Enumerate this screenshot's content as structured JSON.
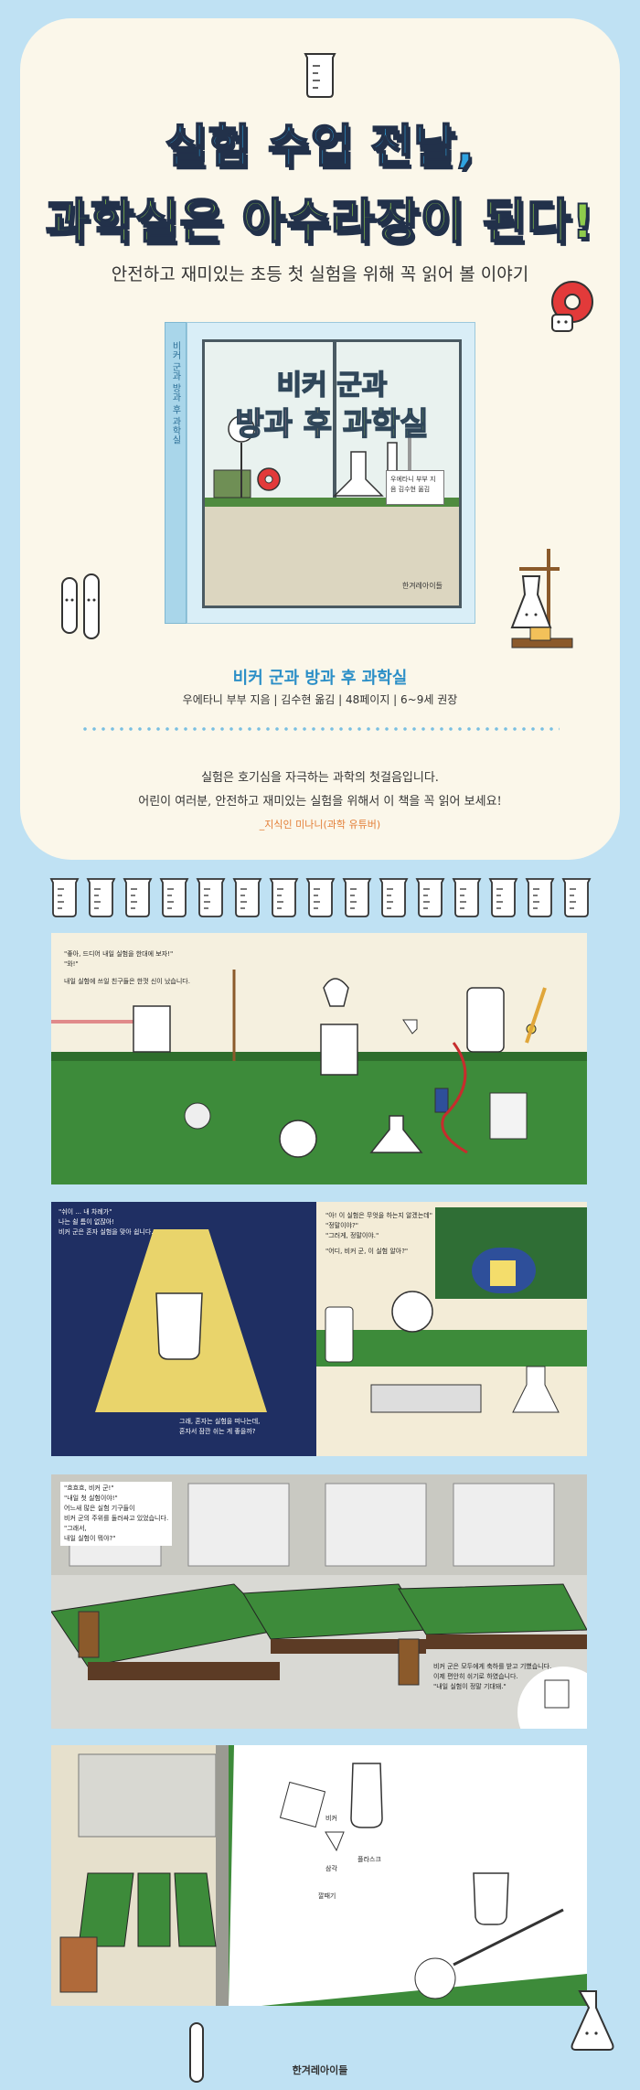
{
  "headline": {
    "line1": "실험 수업 전날,",
    "line2": "과학실은 아수라장이 된다!"
  },
  "subtitle": "안전하고 재미있는 초등 첫 실험을 위해 꼭 읽어 볼 이야기",
  "book": {
    "cover_title_line1": "비커 군과",
    "cover_title_line2_a": "방과",
    "cover_title_line2_b": "후",
    "cover_title_line2_c": "과학실",
    "spine_text": "비커 군과 방과 후 과학실",
    "cover_note": "우에타니 부부 지음 김수현 옮김",
    "cover_publisher": "한겨레아이들",
    "name": "비커 군과 방과 후 과학실",
    "meta": "우에타니 부부 지음 | 김수현 옮김 | 48페이지 | 6~9세 권장"
  },
  "quote": {
    "line1": "실험은 호기심을 자극하는 과학의 첫걸음입니다.",
    "line2": "어린이 여러분, 안전하고 재미있는 실험을 위해서 이 책을 꼭 읽어 보세요!",
    "author": "_지식인 미나니(과학 유튜버)"
  },
  "beaker_count": 15,
  "panels": {
    "p1_text": [
      "\"좋아, 드디어 내일 실험을 한대에 보자!\"",
      "\"와!\"",
      "내일 실험에 쓰일 친구들은 한껏 신이 났습니다."
    ],
    "p2_left_text": [
      "\"쉬이 ... 내 차례가\"",
      "나는 쉴 틈이 없잖아!",
      "비커 군은 혼자 실험을 맞아 쉽니다."
    ],
    "p2_left_caption": [
      "그래, 혼자는 실험을 떠나는데,",
      "혼자서 잠깐 쉬는 게 좋을까?"
    ],
    "p2_right_text": [
      "\"아! 이 실험은 무엇을 하는지 알겠는데\"",
      "\"정말이야?\"",
      "\"그러게, 정말이야.\"",
      "\"어디, 비커 군, 이 실험 알아?\""
    ],
    "p3_text": [
      "\"흐흐흐, 비커 군!\"",
      "\"내일 첫 실험이야!\"",
      "어느새 많은 실험 기구들이",
      "비커 군의 주위를 둘러싸고 있었습니다.",
      "\"그래서,",
      "내일 실험이 뭐야?\""
    ],
    "p3_caption": [
      "비커 군은 모두에게 축하를 받고 기뻤습니다.",
      "이제 편안히 쉬기로 하였습니다.",
      "\"내일 실험이 정말 기대돼.\""
    ],
    "p4_labels": [
      "비커",
      "플라스크",
      "삼각",
      "깔때기"
    ],
    "publisher_bottom": "한겨레아이들"
  },
  "colors": {
    "background": "#bfe1f3",
    "card": "#fbf7ea",
    "headline_line1": "#2fa3e0",
    "headline_line2": "#8fcc4c",
    "accent_orange": "#e37e36",
    "board_green": "#3d8b3a",
    "wall_cream": "#f3ecd7",
    "night_navy": "#1f2f63"
  },
  "icons": [
    "beaker-icon",
    "donut-icon",
    "test-tube-icon",
    "flask-icon"
  ]
}
